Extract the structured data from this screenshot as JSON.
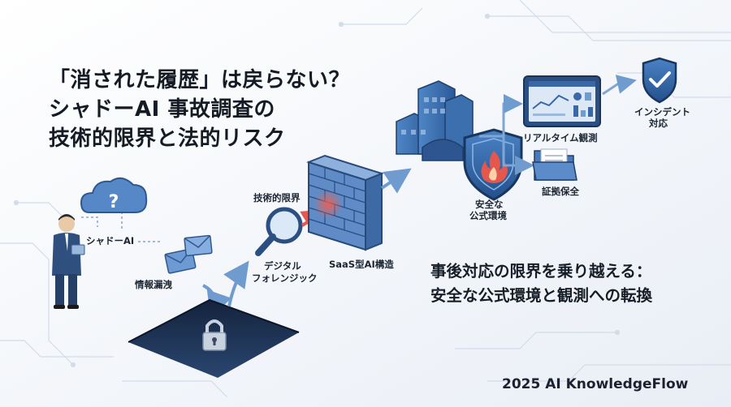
{
  "title": {
    "line1": "「消された履歴」は戻らない？",
    "line2": "シャドーAI 事故調査の",
    "line3": "技術的限界と法的リスク"
  },
  "labels": {
    "shadow_ai": "シャドーAI",
    "info_leak": "情報漏洩",
    "tech_limit": "技術的限界",
    "forensics_1": "デジタル",
    "forensics_2": "フォレンジック",
    "saas_ai": "SaaS型AI構造",
    "safe_env_1": "安全な",
    "safe_env_2": "公式環境",
    "realtime": "リアルタイム観測",
    "evidence": "証拠保全",
    "incident_1": "インシデント",
    "incident_2": "対応"
  },
  "subtitle": {
    "line1": "事後対応の限界を乗り越える：",
    "line2": "安全な公式環境と観測への転換"
  },
  "footer": "2025 AI KnowledgeFlow",
  "icons": {
    "cloud": "question-cloud-icon",
    "person": "businessman-icon",
    "mail": "envelope-icon",
    "pit": "lock-pit-icon",
    "magnifier": "magnifier-icon",
    "wall": "firewall-icon",
    "buildings": "office-buildings-icon",
    "shield": "flame-shield-icon",
    "dashboard": "dashboard-icon",
    "folder": "folder-icon",
    "check_shield": "check-shield-icon"
  },
  "colors": {
    "primary_blue": "#3d6fb0",
    "dark_navy": "#1f3558",
    "accent_red": "#e4574c",
    "arrow_blue": "#6f9bcf"
  }
}
